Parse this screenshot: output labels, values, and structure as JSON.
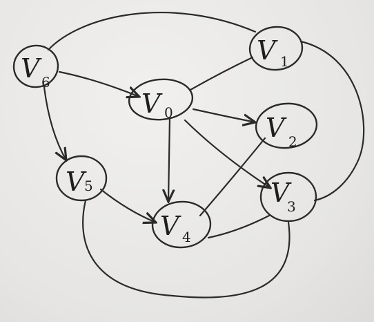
{
  "graph": {
    "nodes": [
      {
        "id": "v0",
        "main": "V",
        "sub": "0"
      },
      {
        "id": "v1",
        "main": "V",
        "sub": "1"
      },
      {
        "id": "v2",
        "main": "V",
        "sub": "2"
      },
      {
        "id": "v3",
        "main": "V",
        "sub": "3"
      },
      {
        "id": "v4",
        "main": "V",
        "sub": "4"
      },
      {
        "id": "v5",
        "main": "V",
        "sub": "5"
      },
      {
        "id": "v6",
        "main": "V",
        "sub": "6"
      }
    ],
    "edges": [
      {
        "from": "v6",
        "to": "v0",
        "arrow": true
      },
      {
        "from": "v1",
        "to": "v0",
        "arrow": false
      },
      {
        "from": "v0",
        "to": "v2",
        "arrow": true
      },
      {
        "from": "v0",
        "to": "v3",
        "arrow": true
      },
      {
        "from": "v0",
        "to": "v4",
        "arrow": true
      },
      {
        "from": "v2",
        "to": "v4",
        "arrow": false
      },
      {
        "from": "v5",
        "to": "v4",
        "arrow": true
      },
      {
        "from": "v4",
        "to": "v3",
        "arrow": false
      },
      {
        "from": "v6",
        "to": "v5",
        "arrow": true
      },
      {
        "from": "v6",
        "to": "v1",
        "arrow": false
      },
      {
        "from": "v1",
        "to": "v3",
        "arrow": false
      },
      {
        "from": "v5",
        "to": "v3",
        "arrow": false
      }
    ]
  }
}
